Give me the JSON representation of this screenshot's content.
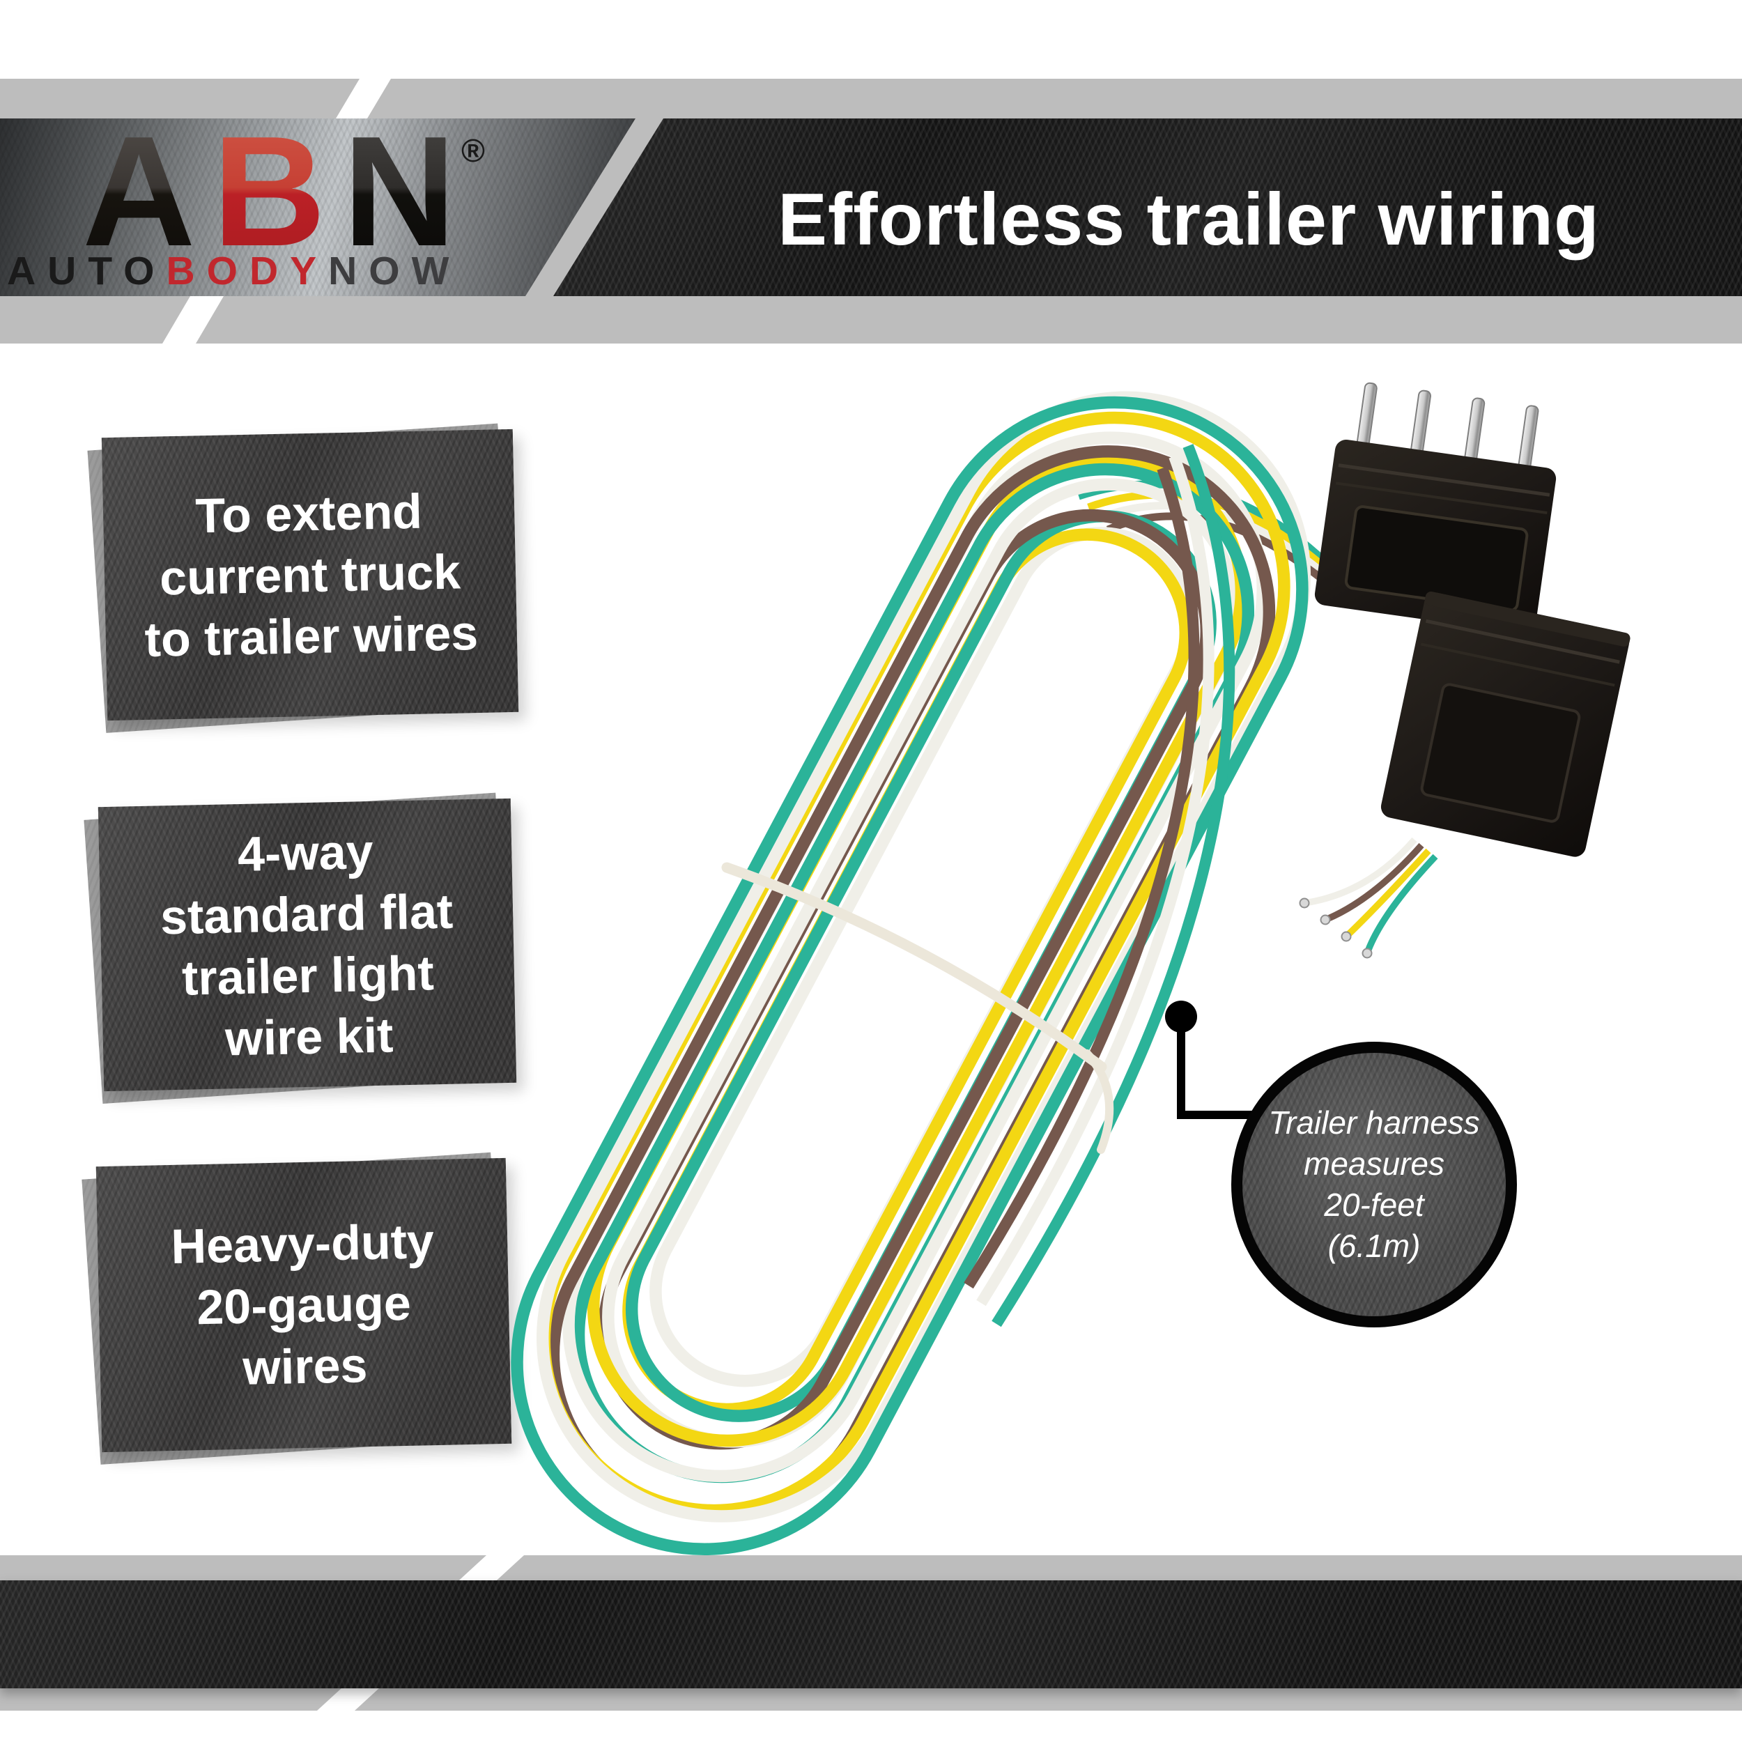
{
  "page": {
    "background": "#ffffff",
    "band_gray": "#bdbdbd"
  },
  "header": {
    "logo": {
      "abn_a": "A",
      "abn_b": "B",
      "abn_n": "N",
      "registered": "®",
      "tagline_auto": "AUTO",
      "tagline_body": "BODY",
      "tagline_now": "NOW",
      "red": "#c1272d",
      "black": "#1a1a1a",
      "dark_gray": "#3d3d3f"
    },
    "title": "Effortless trailer wiring"
  },
  "features": [
    {
      "lines": [
        "To extend",
        "current truck",
        "to trailer wires"
      ]
    },
    {
      "lines": [
        "4-way",
        "standard flat",
        "trailer light",
        "wire kit"
      ]
    },
    {
      "lines": [
        "Heavy-duty",
        "20-gauge",
        "wires"
      ]
    }
  ],
  "callout": {
    "lines": [
      "Trailer harness",
      "measures",
      "20-feet",
      "(6.1m)"
    ]
  },
  "product": {
    "wire_colors": [
      {
        "name": "green",
        "hex": "#2bb399"
      },
      {
        "name": "white",
        "hex": "#f0efe8"
      },
      {
        "name": "yellow",
        "hex": "#f3d713"
      },
      {
        "name": "brown",
        "hex": "#75584d"
      }
    ],
    "loop_sequence": [
      1,
      2,
      0,
      3,
      1,
      2,
      0,
      1,
      3,
      2,
      1,
      0
    ],
    "tie_color": "#ece7da",
    "connector_color": "#1d1916",
    "connector_detail": "#362f28",
    "pin_color": "#d8d8d8",
    "pin_edge": "#8f8f8f"
  }
}
